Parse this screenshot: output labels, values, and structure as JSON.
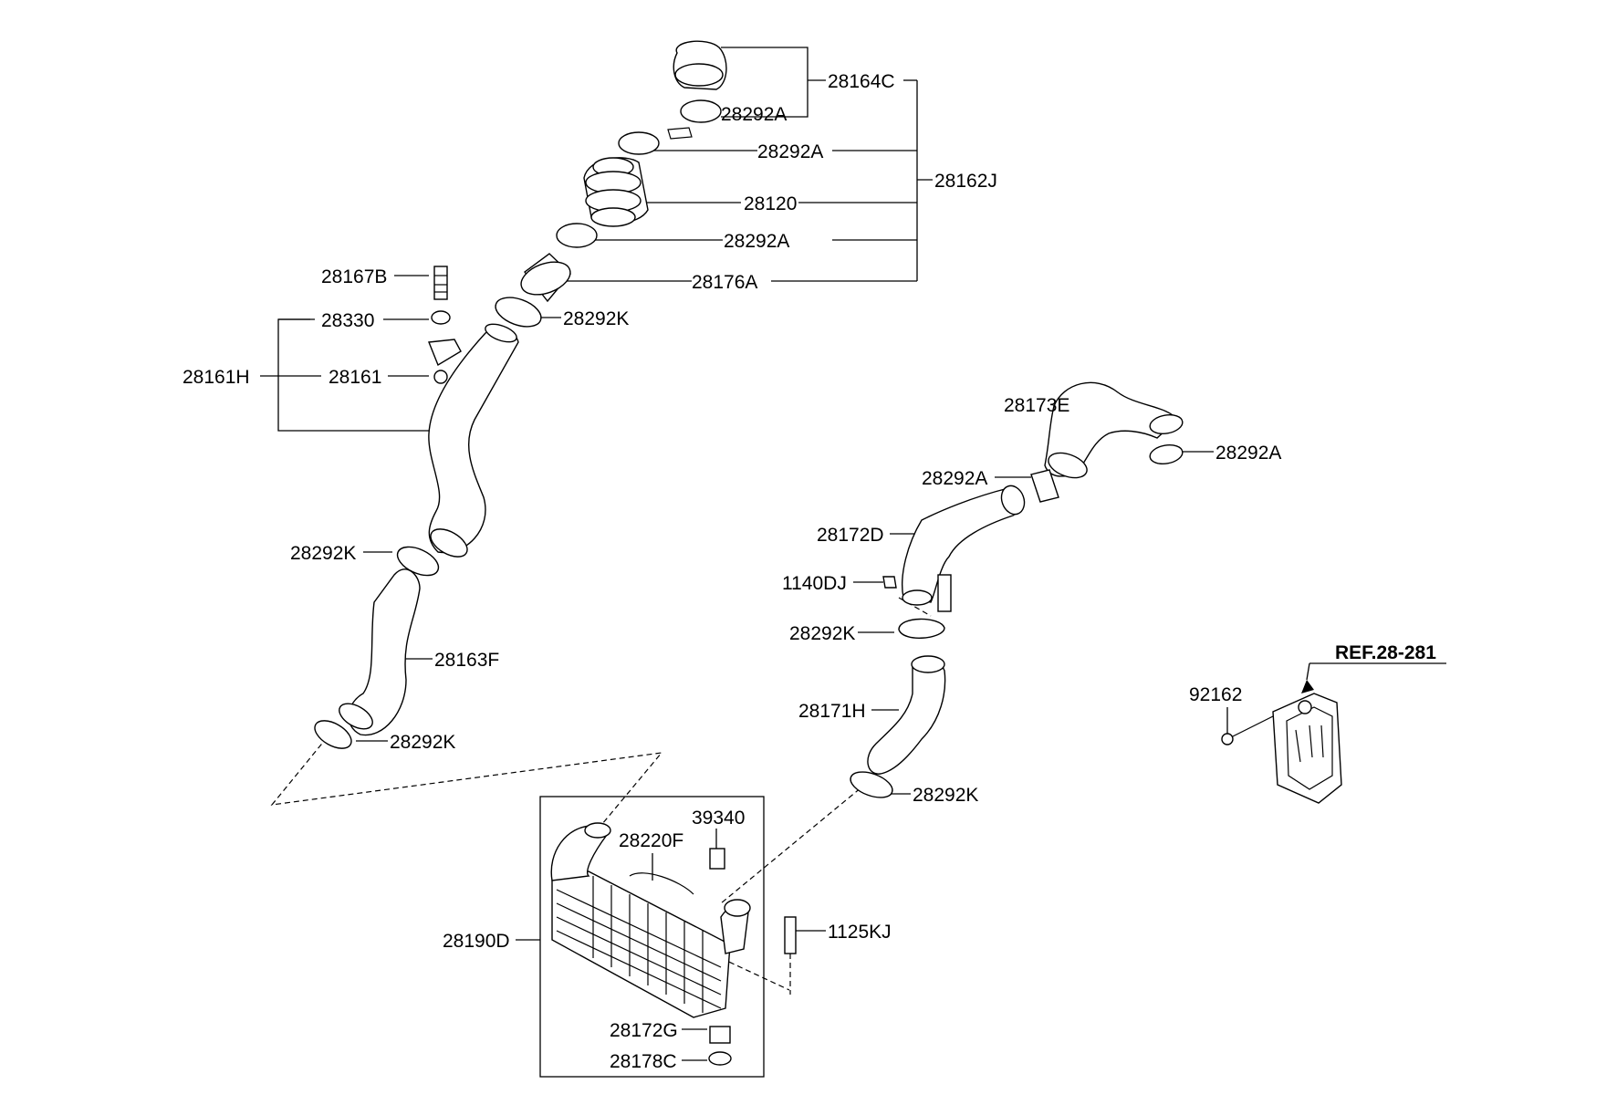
{
  "labels": {
    "p28164C": "28164C",
    "p28292A_1": "28292A",
    "p28292A_2": "28292A",
    "p28162J": "28162J",
    "p28120": "28120",
    "p28292A_3": "28292A",
    "p28176A": "28176A",
    "p28167B": "28167B",
    "p28330": "28330",
    "p28292K_1": "28292K",
    "p28161H": "28161H",
    "p28161": "28161",
    "p28292K_2": "28292K",
    "p28163F": "28163F",
    "p28292K_3": "28292K",
    "p28173E": "28173E",
    "p28292A_4": "28292A",
    "p28292A_5": "28292A",
    "p28172D": "28172D",
    "p1140DJ": "1140DJ",
    "p28292K_4": "28292K",
    "p28171H": "28171H",
    "p28292K_5": "28292K",
    "p92162": "92162",
    "ref": "REF.28-281",
    "p28220F": "28220F",
    "p39340": "39340",
    "p1125KJ": "1125KJ",
    "p28190D": "28190D",
    "p28172G": "28172G",
    "p28178C": "28178C"
  }
}
